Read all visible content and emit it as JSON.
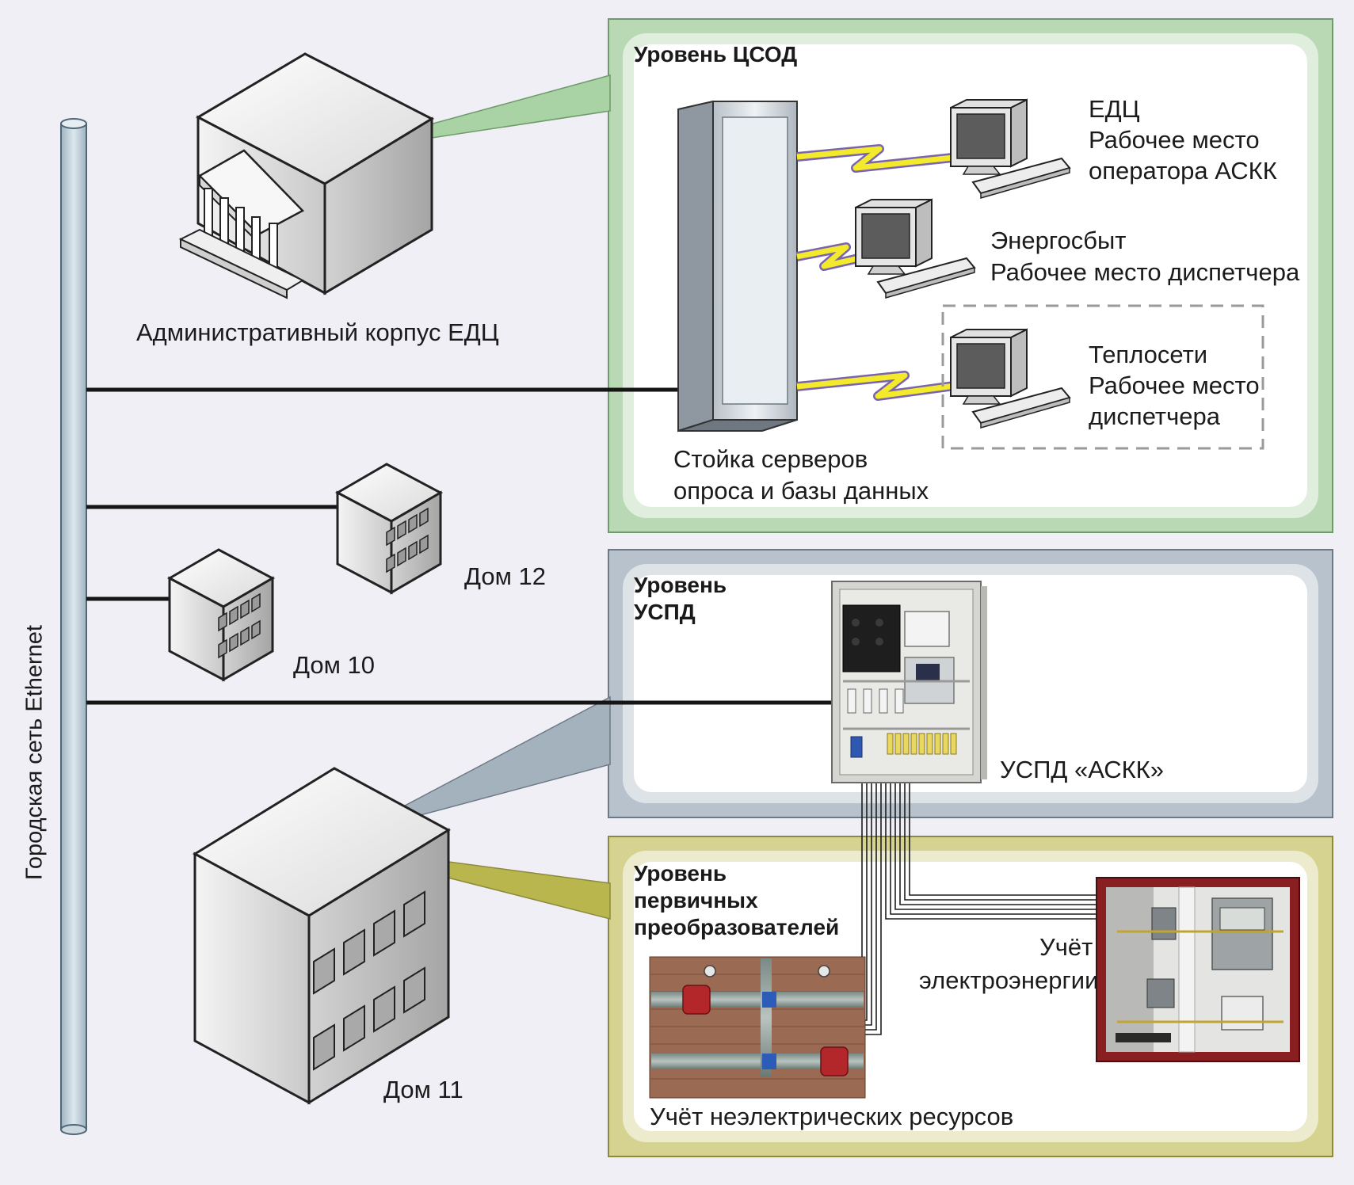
{
  "network": {
    "label": "Городская сеть Ethernet"
  },
  "levels": {
    "tsod": {
      "title": "Уровень ЦСОД"
    },
    "uspd": {
      "title_line1": "Уровень",
      "title_line2": "УСПД"
    },
    "primary": {
      "title_line1": "Уровень",
      "title_line2": "первичных",
      "title_line3": "преобразователей"
    }
  },
  "buildings": {
    "admin": {
      "label": "Административный корпус ЕДЦ"
    },
    "house12": {
      "label": "Дом 12"
    },
    "house10": {
      "label": "Дом 10"
    },
    "house11": {
      "label": "Дом 11"
    }
  },
  "server_rack": {
    "label_line1": "Стойка серверов",
    "label_line2": "опроса и базы данных"
  },
  "workstations": [
    {
      "lines": [
        "ЕДЦ",
        "Рабочее место",
        "оператора АСКК"
      ]
    },
    {
      "lines": [
        "Энергосбыт",
        "Рабочее место диспетчера"
      ]
    },
    {
      "lines": [
        "Теплосети",
        "Рабочее место",
        "диспетчера"
      ]
    }
  ],
  "uspd_device": {
    "label": "УСПД «АСКК»"
  },
  "electric_metering": {
    "label_line1": "Учёт",
    "label_line2": "электроэнергии"
  },
  "nonelectric_metering": {
    "label": "Учёт неэлектрических ресурсов"
  },
  "colors": {
    "tsod_frame": "#b9d9b4",
    "uspd_frame": "#b7c2cc",
    "primary_frame": "#d6d391",
    "tsod_pointer": "#a9d3a4",
    "uspd_pointer": "#a4b2bd",
    "primary_pointer": "#b9b64d",
    "link_yellow": "#f2ea2a",
    "link_edge": "#7a64b0"
  }
}
